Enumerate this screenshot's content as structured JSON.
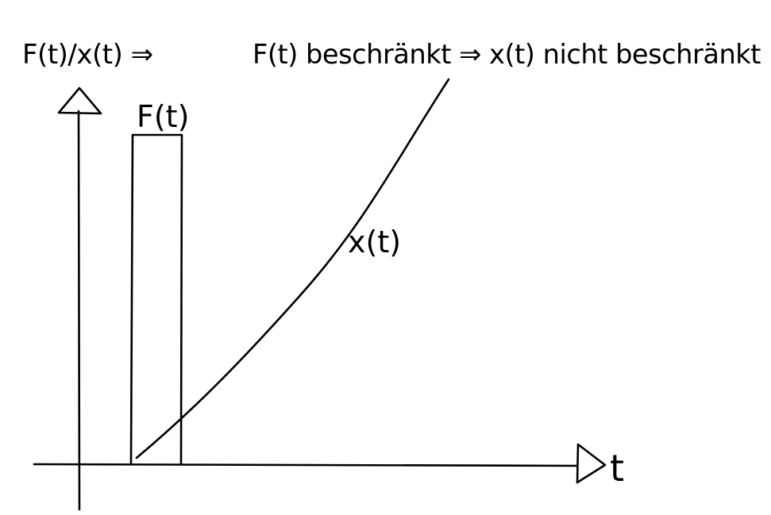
{
  "headline": {
    "left": "F(t)/x(t) ⇒",
    "middle": "F(t) beschränkt ⇒ x(t) nicht beschränkt"
  },
  "labels": {
    "force": "F(t)",
    "displacement": "x(t)",
    "time_axis": "t"
  },
  "colors": {
    "ink": "#000000",
    "background": "#ffffff"
  }
}
